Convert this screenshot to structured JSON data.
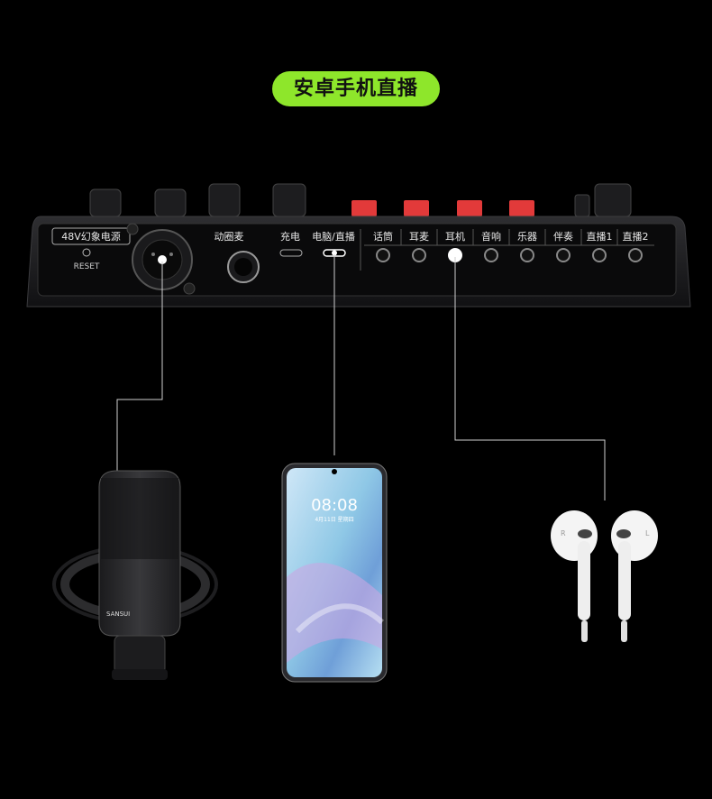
{
  "badge": {
    "title": "安卓手机直播",
    "color": "#8ee62b"
  },
  "mixer": {
    "phantom_label": "48V幻象电源",
    "reset_label": "RESET",
    "dynamic_mic_label": "动圈麦",
    "charge_label": "充电",
    "pc_label": "电脑/直播",
    "ports": [
      "话筒",
      "耳麦",
      "耳机",
      "音响",
      "乐器",
      "伴奏",
      "直播1",
      "直播2"
    ]
  },
  "phone": {
    "time": "08:08",
    "date": "4月11日 星期四"
  },
  "microphone": {
    "brand": "SANSUI"
  },
  "earphones": {
    "left_mark": "R",
    "right_mark": "L"
  },
  "colors": {
    "accent": "#8ee62b",
    "button_red": "#e23a3a",
    "line": "#cfcfcf"
  },
  "icons": [
    "xlr-socket-icon",
    "jack-socket-icon",
    "usb-c-port-icon"
  ]
}
